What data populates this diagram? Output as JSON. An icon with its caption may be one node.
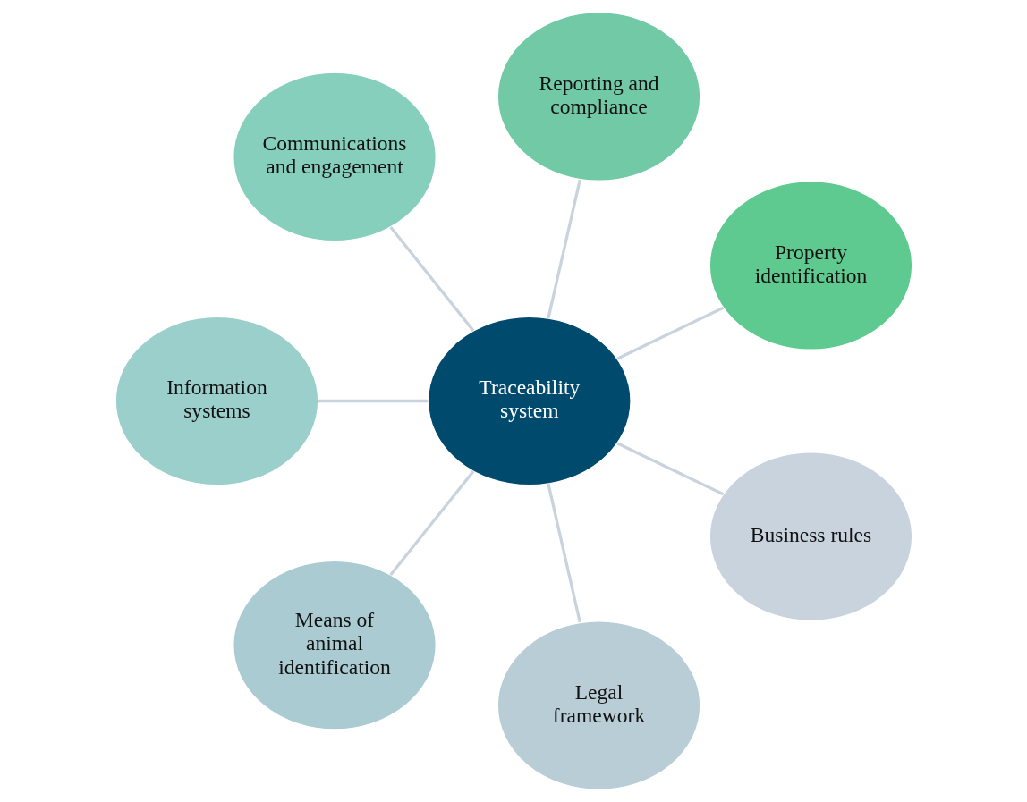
{
  "diagram": {
    "nodes": [
      {
        "text": [
          "Traceability system"
        ]
      },
      {
        "text": [
          "Property identification"
        ]
      },
      {
        "text": [
          "Reporting and compliance"
        ]
      },
      {
        "text": [
          "Communications and engagement"
        ]
      },
      {
        "text": [
          "Information systems"
        ]
      },
      {
        "text": [
          "Means of animal identification"
        ]
      },
      {
        "text": [
          "Legal framework"
        ]
      },
      {
        "text": [
          "Business rules"
        ]
      }
    ],
    "edges": [
      {
        "from": 0,
        "to": 1,
        "arrow": "none"
      },
      {
        "from": 0,
        "to": 2,
        "arrow": "none"
      },
      {
        "from": 0,
        "to": 3,
        "arrow": "none"
      },
      {
        "from": 0,
        "to": 4,
        "arrow": "none"
      },
      {
        "from": 0,
        "to": 5,
        "arrow": "none"
      },
      {
        "from": 0,
        "to": 6,
        "arrow": "none"
      },
      {
        "from": 0,
        "to": 7,
        "arrow": "none"
      }
    ]
  }
}
